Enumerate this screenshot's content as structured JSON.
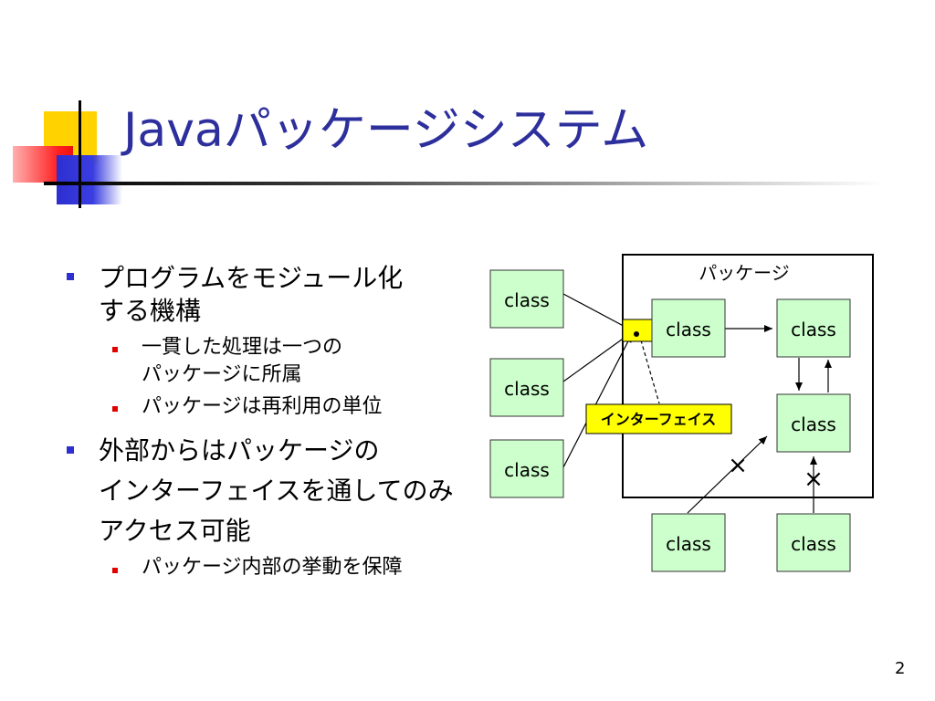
{
  "slide": {
    "title": "Javaパッケージシステム",
    "page_number": "2"
  },
  "bullets": [
    {
      "lines": [
        "プログラムをモジュール化",
        "する機構"
      ],
      "sub": [
        {
          "lines": [
            "一貫した処理は一つの",
            "パッケージに所属"
          ]
        },
        {
          "lines": [
            "パッケージは再利用の単位"
          ]
        }
      ]
    },
    {
      "lines": [
        "外部からはパッケージの",
        "インターフェイスを通してのみ",
        "アクセス可能"
      ],
      "sub": [
        {
          "lines": [
            "パッケージ内部の挙動を保障"
          ]
        }
      ]
    }
  ],
  "diagram": {
    "package_label": "パッケージ",
    "interface_label": "インターフェイス",
    "class_label": "class",
    "blocked_mark": "×",
    "colors": {
      "class_fill": "#ccffcc",
      "interface_fill": "#ffff00",
      "title": "#2d2f9c",
      "bullet_l1": "#2d2fd0",
      "bullet_l2": "#e00000"
    }
  }
}
